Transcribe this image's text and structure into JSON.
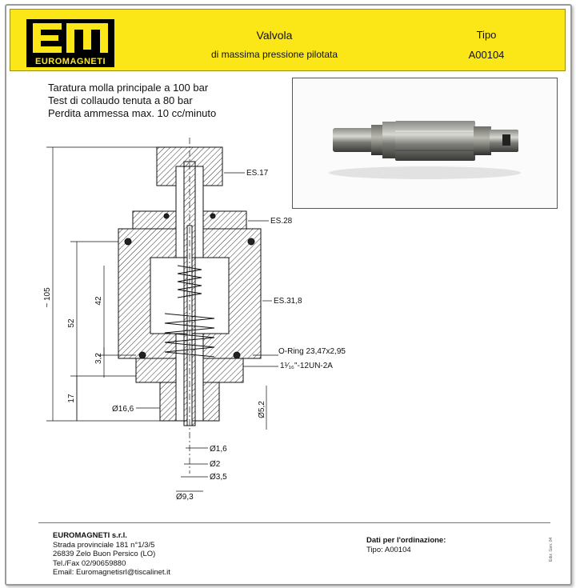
{
  "header": {
    "logo_text": "EUROMAGNETI",
    "title_line1": "Valvola",
    "title_line2": "di massima pressione pilotata",
    "tipo_label": "Tipo",
    "tipo_value": "A00104"
  },
  "specs": [
    "Taratura molla principale a 100 bar",
    "Test di collaudo tenuta a 80 bar",
    "Perdita ammessa max. 10 cc/minuto"
  ],
  "drawing": {
    "es_17": "ES.17",
    "es_28": "ES.28",
    "es_31_8": "ES.31,8",
    "oring": "O-Ring 23,47x2,95",
    "thread": "1¹⁄₁₆\"-12UN-2A",
    "dim_total": "~ 105",
    "dim_52": "52",
    "dim_42": "42",
    "dim_3_2": "3,2",
    "dim_17": "17",
    "dia_16_6": "Ø16,6",
    "dia_5_2": "Ø5,2",
    "dia_1_6": "Ø1,6",
    "dia_2": "Ø2",
    "dia_3_5": "Ø3,5",
    "dia_9_3": "Ø9,3"
  },
  "footer": {
    "company_name": "EUROMAGNETI s.r.l.",
    "address_1": "Strada provinciale 181 n°1/3/5",
    "address_2": "26839 Zelo Buon Persico (LO)",
    "phone": "Tel./Fax 02/90659880",
    "email": "Email: Euromagnetisrl@tiscalinet.it",
    "order_label": "Dati per l'ordinazione:",
    "order_value": "Tipo: A00104",
    "edition": "Ediz. Gen. 04"
  },
  "colors": {
    "header_bg": "#fbe718",
    "logo_bg": "#000000",
    "hatch": "#333333"
  }
}
